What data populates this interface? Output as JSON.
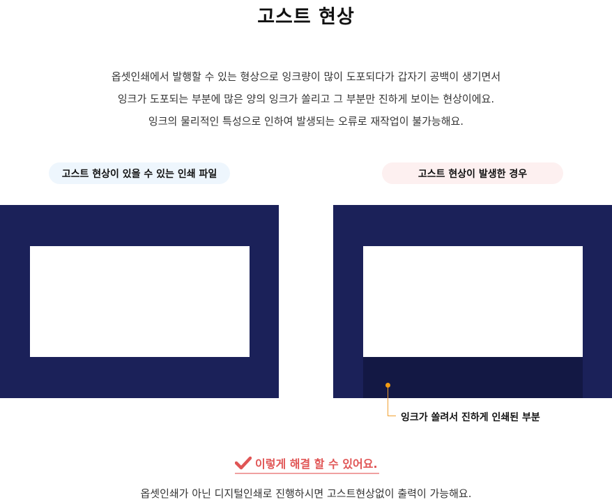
{
  "title": "고스트 현상",
  "description": [
    "옵셋인쇄에서 발행할 수 있는 형상으로 잉크량이 많이 도포되다가 갑자기 공백이 생기면서",
    "잉크가 도포되는 부분에 많은 양의 잉크가 쏠리고 그 부분만 진하게 보이는 현상이에요.",
    "잉크의 물리적인 특성으로 인하여 발생되는 오류로 재작업이 불가능해요."
  ],
  "left_example": {
    "label": "고스트 현상이 있을 수 있는 인쇄 파일"
  },
  "right_example": {
    "label": "고스트 현상이 발생한 경우",
    "annotation": "잉크가 쏠려서 진하게 인쇄된 부분"
  },
  "solution": {
    "icon": "check-icon",
    "text": "이렇게 해결 할 수 있어요."
  },
  "footer": "옵셋인쇄가 아닌 디지털인쇄로 진행하시면 고스트현상없이 출력이 가능해요.",
  "colors": {
    "navy": "#1b2159",
    "ghost_dark": "#131844",
    "pill_left_bg": "#eef6fd",
    "pill_right_bg": "#fdf0f0",
    "accent_orange": "#f39c12",
    "solution_red": "#e05555"
  }
}
